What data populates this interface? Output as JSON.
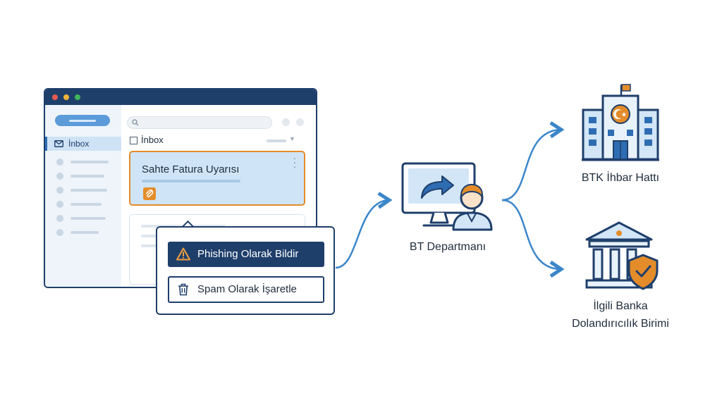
{
  "mail_client": {
    "sidebar": {
      "inbox_label": "İnbox"
    },
    "list_header": "İnbox",
    "selected_email": {
      "subject": "Sahte Fatura Uyarısı"
    }
  },
  "context_menu": {
    "report_phishing_label": "Phishing Olarak Bildir",
    "mark_spam_label": "Spam Olarak İşaretle"
  },
  "flow": {
    "it_department": "BT Departmanı",
    "btk_hotline": "BTK İhbar Hattı",
    "bank_unit_line1": "İlgili Banka",
    "bank_unit_line2": "Dolandırıcılık Birimi"
  },
  "colors": {
    "navy": "#1f3f6b",
    "accent_blue": "#3b86c9",
    "orange": "#e48c2a",
    "light_blue": "#cfe5f7"
  },
  "icons": [
    "mail-icon",
    "search-icon",
    "paperclip-icon",
    "warning-icon",
    "trash-icon",
    "computer-user-icon",
    "government-building-icon",
    "bank-shield-icon"
  ]
}
